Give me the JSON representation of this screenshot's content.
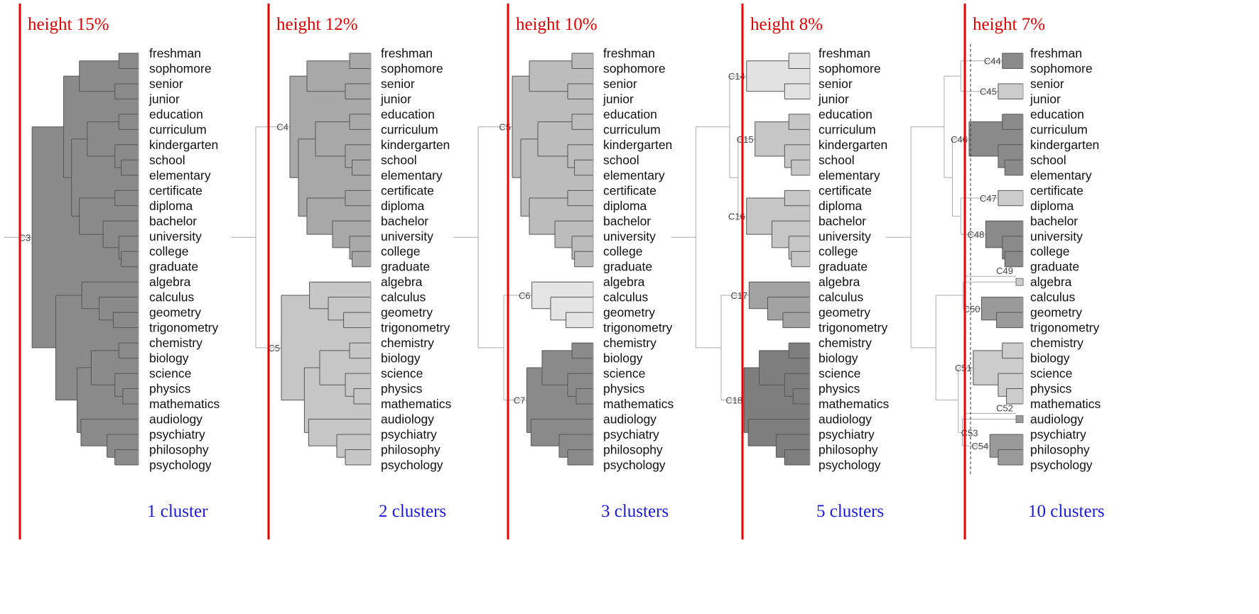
{
  "leaves": [
    "freshman",
    "sophomore",
    "senior",
    "junior",
    "education",
    "curriculum",
    "kindergarten",
    "school",
    "elementary",
    "certificate",
    "diploma",
    "bachelor",
    "university",
    "college",
    "graduate",
    "algebra",
    "calculus",
    "geometry",
    "trigonometry",
    "chemistry",
    "biology",
    "science",
    "physics",
    "mathematics",
    "audiology",
    "psychiatry",
    "philosophy",
    "psychology"
  ],
  "tree_heights_unit": "%",
  "tree": {
    "h": 13.5,
    "c": [
      {
        "h": 9.5,
        "c": [
          {
            "h": 7.5,
            "c": [
              {
                "h": 2.5,
                "c": [
                  0,
                  1
                ]
              },
              {
                "h": 3.0,
                "c": [
                  2,
                  3
                ]
              }
            ]
          },
          {
            "h": 8.5,
            "c": [
              {
                "h": 6.5,
                "c": [
                  {
                    "h": 2.5,
                    "c": [
                      4,
                      5
                    ]
                  },
                  {
                    "h": 3.0,
                    "c": [
                      6,
                      {
                        "h": 2.2,
                        "c": [
                          7,
                          8
                        ]
                      }
                    ]
                  }
                ]
              },
              {
                "h": 7.5,
                "c": [
                  {
                    "h": 3.0,
                    "c": [
                      9,
                      10
                    ]
                  },
                  {
                    "h": 4.5,
                    "c": [
                      11,
                      {
                        "h": 2.5,
                        "c": [
                          12,
                          {
                            "h": 2.2,
                            "c": [
                              13,
                              14
                            ]
                          }
                        ]
                      }
                    ]
                  }
                ]
              }
            ]
          }
        ]
      },
      {
        "h": 10.5,
        "c": [
          {
            "h": 7.2,
            "c": [
              15,
              {
                "h": 5.0,
                "c": [
                  16,
                  {
                    "h": 3.2,
                    "c": [
                      17,
                      18
                    ]
                  }
                ]
              }
            ]
          },
          {
            "h": 7.8,
            "c": [
              {
                "h": 6.0,
                "c": [
                  {
                    "h": 2.5,
                    "c": [
                      19,
                      20
                    ]
                  },
                  {
                    "h": 3.0,
                    "c": [
                      21,
                      {
                        "h": 2.0,
                        "c": [
                          22,
                          23
                        ]
                      }
                    ]
                  }
                ]
              },
              {
                "h": 7.3,
                "c": [
                  24,
                  {
                    "h": 4.0,
                    "c": [
                      25,
                      {
                        "h": 3.0,
                        "c": [
                          26,
                          27
                        ]
                      }
                    ]
                  }
                ]
              }
            ]
          }
        ]
      }
    ]
  },
  "panels": [
    {
      "cut_height": 15,
      "heading": "height 15%",
      "count_label": "1 cluster",
      "clusters": [
        {
          "name": "C3",
          "shade": "#8a8a8a"
        }
      ],
      "extra_labels": []
    },
    {
      "cut_height": 12,
      "heading": "height 12%",
      "count_label": "2 clusters",
      "clusters": [
        {
          "name": "C4",
          "shade": "#a8a8a8"
        },
        {
          "name": "C5",
          "shade": "#c6c6c6"
        }
      ],
      "extra_labels": []
    },
    {
      "cut_height": 10,
      "heading": "height 10%",
      "count_label": "3 clusters",
      "clusters": [
        {
          "name": "C5",
          "shade": "#bcbcbc"
        },
        {
          "name": "C6",
          "shade": "#e4e4e4"
        },
        {
          "name": "C7",
          "shade": "#8a8a8a"
        }
      ],
      "extra_labels": []
    },
    {
      "cut_height": 8,
      "heading": "height 8%",
      "count_label": "5 clusters",
      "clusters": [
        {
          "name": "C14",
          "shade": "#e2e2e2"
        },
        {
          "name": "C15",
          "shade": "#c6c6c6"
        },
        {
          "name": "C16",
          "shade": "#c6c6c6"
        },
        {
          "name": "C17",
          "shade": "#a2a2a2"
        },
        {
          "name": "C18",
          "shade": "#7e7e7e"
        }
      ],
      "extra_labels": []
    },
    {
      "cut_height": 7,
      "heading": "height 7%",
      "count_label": "10 clusters",
      "clusters": [
        {
          "name": "C44",
          "shade": "#8a8a8a"
        },
        {
          "name": "C45",
          "shade": "#cccccc"
        },
        {
          "name": "C46",
          "shade": "#8a8a8a"
        },
        {
          "name": "C47",
          "shade": "#cccccc"
        },
        {
          "name": "C48",
          "shade": "#8a8a8a"
        },
        {
          "name": "C49",
          "shade": "#cccccc"
        },
        {
          "name": "C50",
          "shade": "#9a9a9a"
        },
        {
          "name": "C51",
          "shade": "#cccccc"
        },
        {
          "name": "C52",
          "shade": "#9a9a9a"
        },
        {
          "name": "C54",
          "shade": "#9a9a9a"
        }
      ],
      "extra_labels": [
        {
          "name": "C53",
          "first_leaf": "audiology",
          "last_leaf": "psychology"
        }
      ]
    }
  ],
  "colors": {
    "cut_line": "#ee0000",
    "heading": "#e00000",
    "count": "#1a1adc",
    "link_above_cut": "#aaaaaa",
    "link_in_cluster": "#555555"
  }
}
